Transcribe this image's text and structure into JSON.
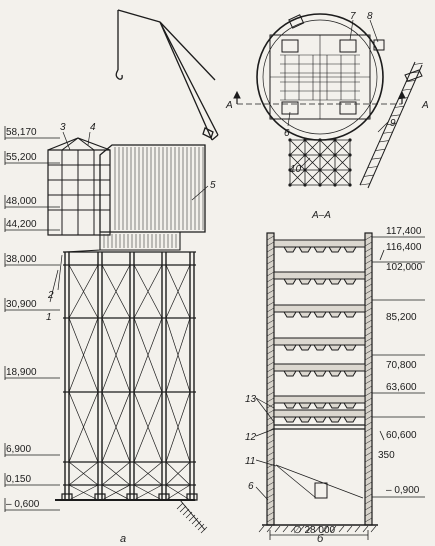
{
  "left_view": {
    "caption": "а",
    "elevations": [
      "58,170",
      "55,200",
      "48,000",
      "44,200",
      "38,000",
      "30,900",
      "18,900",
      "6,900",
      "0,150",
      "– 0,600"
    ],
    "callouts": [
      "1",
      "2",
      "3",
      "4",
      "5"
    ]
  },
  "plan_view": {
    "section_title": "А–А",
    "section_marker": "А",
    "callouts": [
      "6",
      "7",
      "8",
      "9",
      "10"
    ]
  },
  "section_view": {
    "caption": "б",
    "elevations": [
      "117,400",
      "116,400",
      "102,000",
      "85,200",
      "70,800",
      "63,600",
      "60,600",
      "– 0,900"
    ],
    "wall_note": "350",
    "diameter": "∅ 28 000",
    "callouts": [
      "6",
      "11",
      "12",
      "13"
    ]
  }
}
